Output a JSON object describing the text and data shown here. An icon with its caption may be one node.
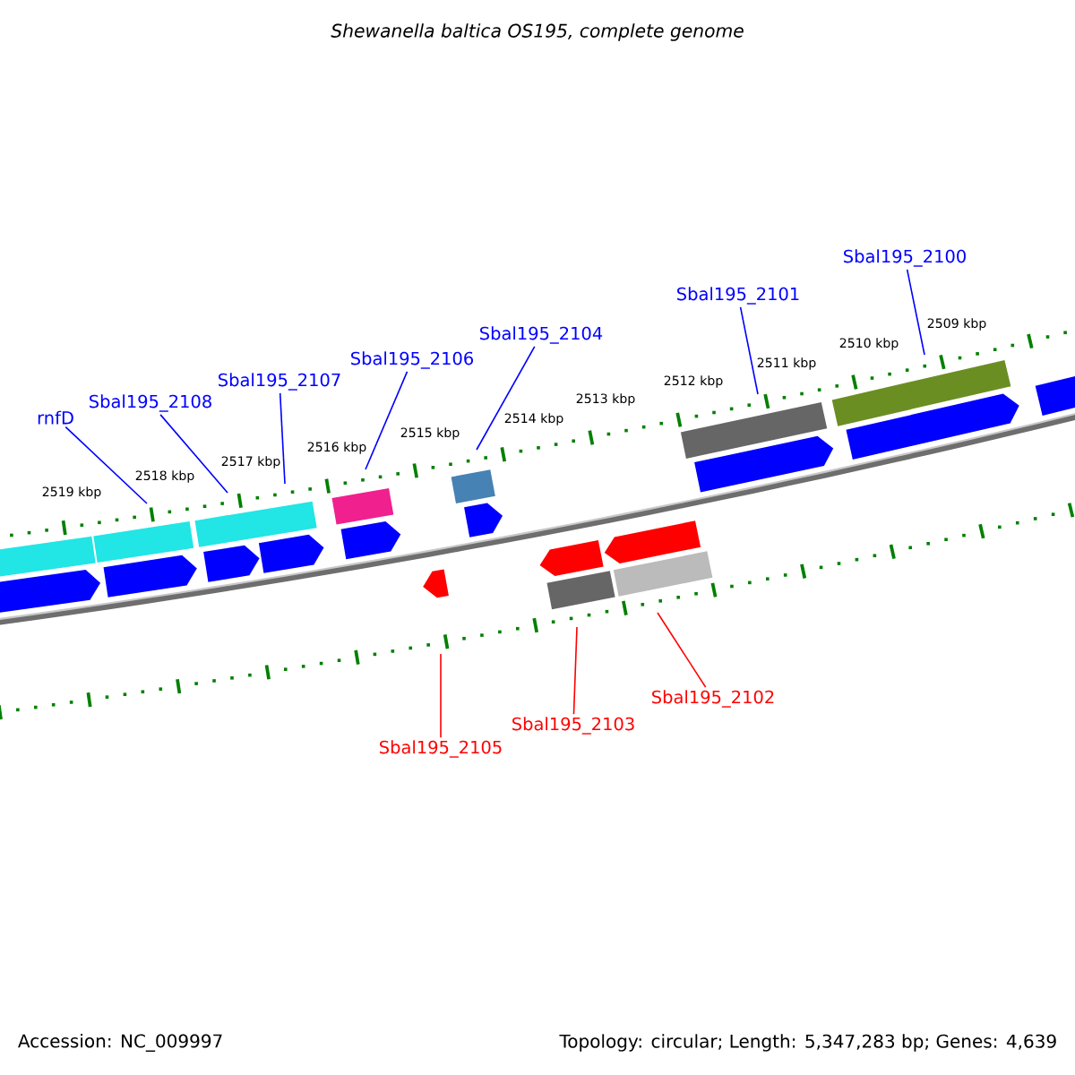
{
  "diagram": {
    "title": "Shewanella baltica OS195, complete genome",
    "nodes": [
      {
        "text": [
          "rnfD"
        ]
      },
      {
        "text": [
          "Sbal195_2108"
        ]
      },
      {
        "text": [
          "Sbal195_2107"
        ]
      },
      {
        "text": [
          "Sbal195_2106"
        ]
      },
      {
        "text": [
          "Sbal195_2104"
        ]
      },
      {
        "text": [
          "Sbal195_2101"
        ]
      },
      {
        "text": [
          "Sbal195_2100"
        ]
      },
      {
        "text": [
          "Sbal195_2105"
        ]
      },
      {
        "text": [
          "Sbal195_2103"
        ]
      },
      {
        "text": [
          "Sbal195_2102"
        ]
      }
    ],
    "edges": [
      {
        "from": 0,
        "to": null,
        "arrow": "none"
      },
      {
        "from": 1,
        "to": null,
        "arrow": "none"
      },
      {
        "from": 2,
        "to": null,
        "arrow": "none"
      },
      {
        "from": 3,
        "to": null,
        "arrow": "none"
      },
      {
        "from": 4,
        "to": null,
        "arrow": "none"
      },
      {
        "from": 5,
        "to": null,
        "arrow": "none"
      },
      {
        "from": 6,
        "to": null,
        "arrow": "none"
      },
      {
        "from": 7,
        "to": null,
        "arrow": "none",
        "color": "#ff0000"
      },
      {
        "from": 8,
        "to": null,
        "arrow": "none",
        "color": "#ff0000"
      },
      {
        "from": 9,
        "to": null,
        "arrow": "none",
        "color": "#ff0000"
      }
    ],
    "labels": [
      "2519 kbp",
      "2518 kbp",
      "2517 kbp",
      "2516 kbp",
      "2515 kbp",
      "2514 kbp",
      "2513 kbp",
      "2512 kbp",
      "2511 kbp",
      "2510 kbp",
      "2509 kbp",
      "Accession: NC_009997",
      "Topology: circular; Length: 5,347,283 bp; Genes: 4,639"
    ]
  }
}
